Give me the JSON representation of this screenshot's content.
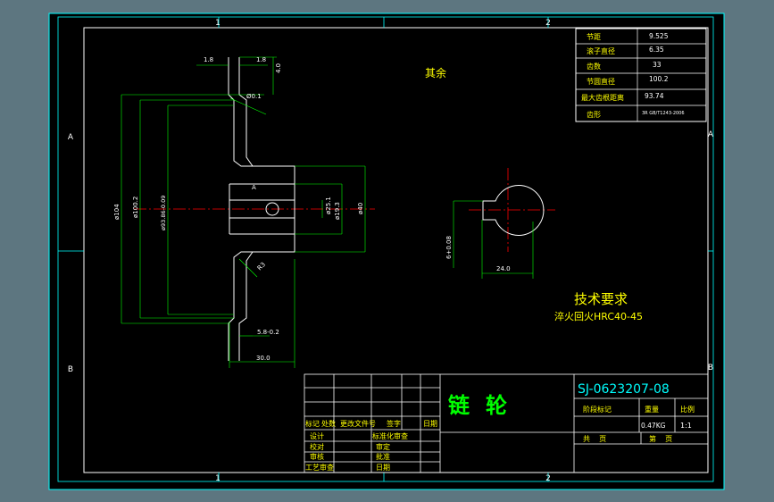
{
  "zones": {
    "col1": "1",
    "col2": "2",
    "rowA": "A",
    "rowB": "B"
  },
  "params": [
    {
      "label": "节距",
      "value": "9.525"
    },
    {
      "label": "滚子直径",
      "value": "6.35"
    },
    {
      "label": "齿数",
      "value": "33"
    },
    {
      "label": "节圆直径",
      "value": "100.2"
    },
    {
      "label": "最大齿根距离",
      "value": "93.74"
    },
    {
      "label": "齿形",
      "value": "3R GB/T1243-2006"
    }
  ],
  "roughness_note": "其余",
  "dims": {
    "w1": "1.8",
    "w2": "1.8",
    "h1": "4.0",
    "ra1": "Ø0.1",
    "dia_outer": "ø104",
    "dia_pitch": "ø100.2",
    "dia_root": "ø93.86-0.09",
    "bore": "ø19.3",
    "hub": "ø25.1",
    "hub_outer": "ø40",
    "chamfer": "R3",
    "width_total": "30.0",
    "tooth_w": "5.8-0.2",
    "key_w": "6+0.08",
    "key_h": "24.0",
    "mark": "A"
  },
  "tech": {
    "title": "技术要求",
    "line": "淬火回火HRC40-45"
  },
  "title_block": {
    "part_name": "链轮",
    "drawing_no": "SJ-0623207-08",
    "col_stage": "阶段标记",
    "col_weight": "重量",
    "col_scale": "比例",
    "weight": "0.47KG",
    "scale": "1:1",
    "sheets": "共    页",
    "sheet": "第    页",
    "rev_headers": [
      "标记",
      "处数",
      "更改文件号",
      "签字",
      "日期"
    ],
    "roles": [
      "设计",
      "校对",
      "审核",
      "工艺审查"
    ],
    "roles2": [
      "标准化审查",
      "审定",
      "批准",
      "日期"
    ]
  }
}
